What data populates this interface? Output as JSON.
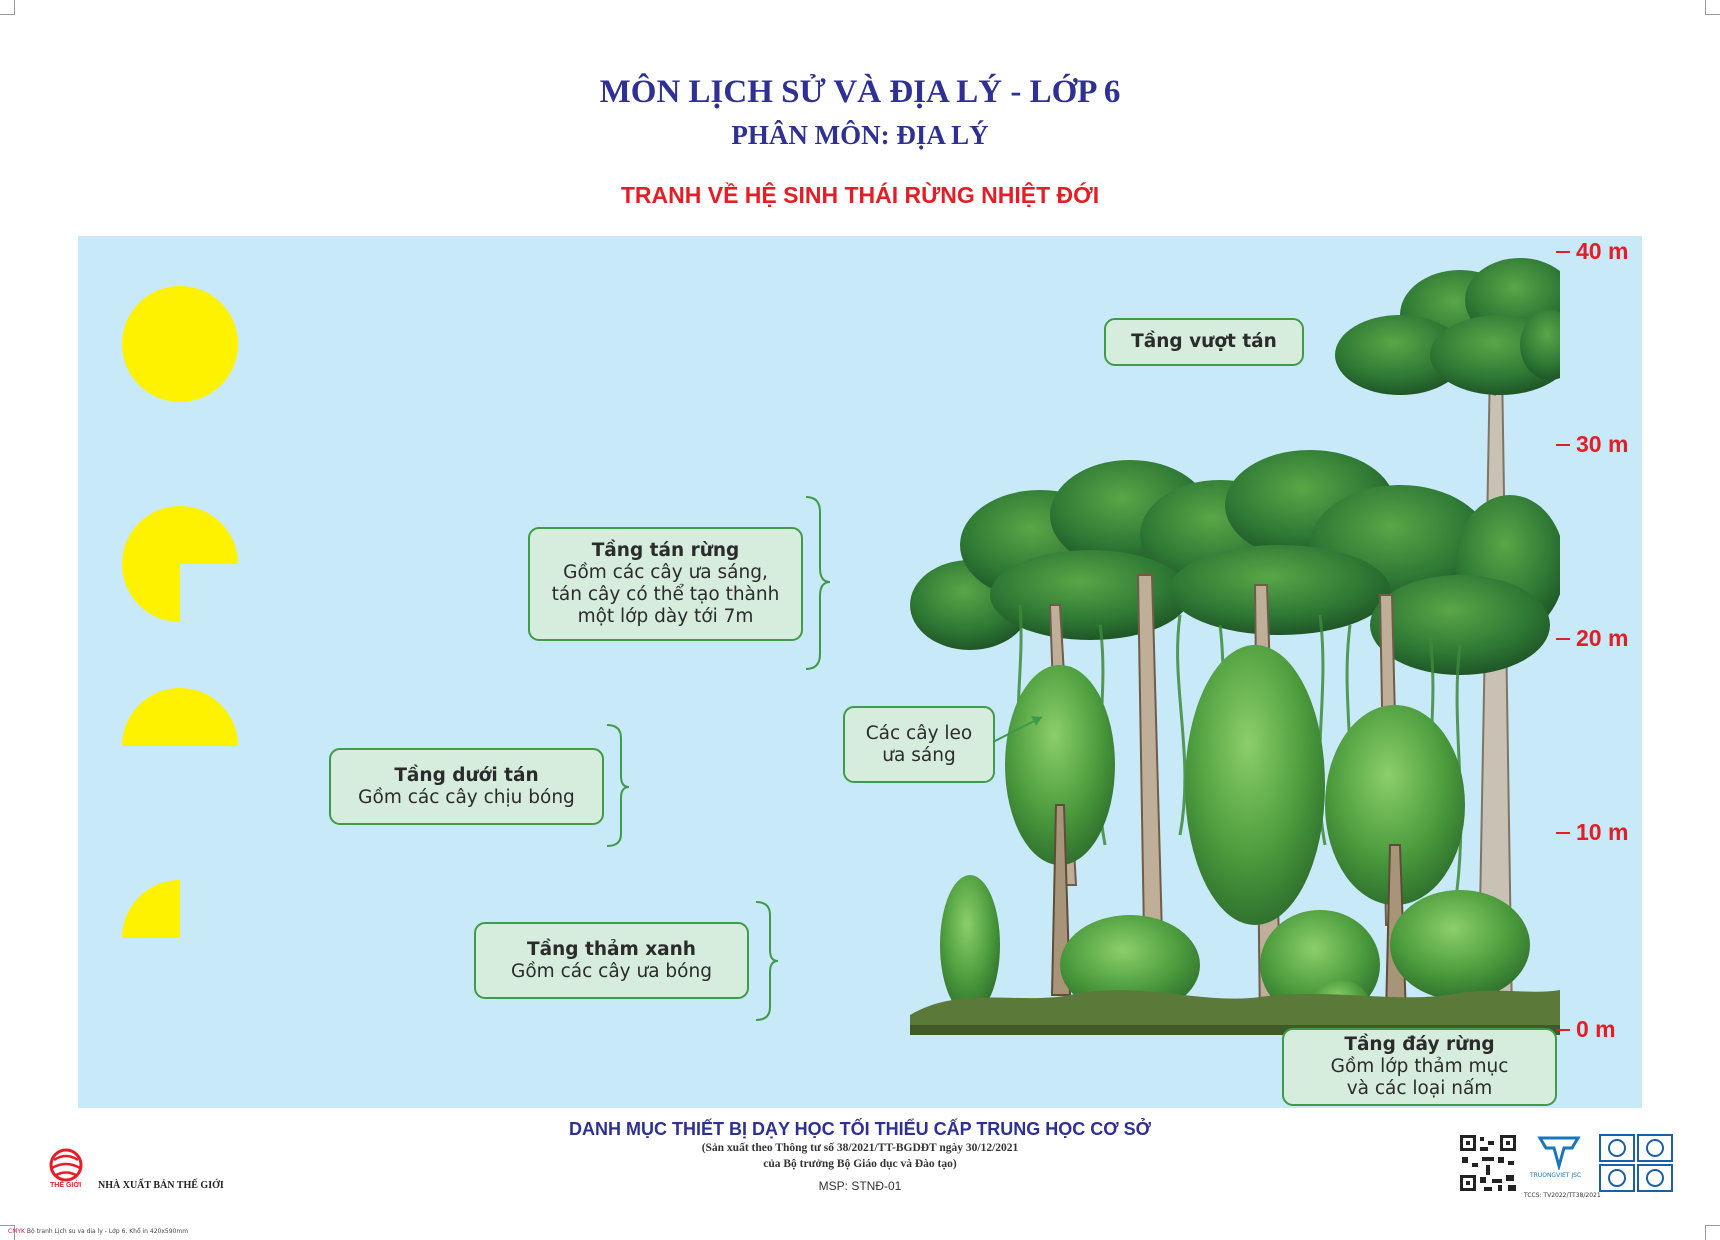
{
  "header": {
    "title": "MÔN LỊCH SỬ VÀ ĐỊA LÝ - LỚP 6",
    "subtitle": "PHÂN MÔN: ĐỊA LÝ",
    "poster_title": "TRANH VỀ HỆ SINH THÁI RỪNG NHIỆT ĐỚI"
  },
  "scale_labels": [
    "40 m",
    "30 m",
    "20 m",
    "10 m",
    "0 m"
  ],
  "layers": {
    "emergent": {
      "title": "Tầng vượt tán"
    },
    "canopy": {
      "title": "Tầng tán rừng",
      "lines": [
        "Gồm các cây ưa sáng,",
        "tán cây có thể tạo thành",
        "một lớp dày tới 7m"
      ]
    },
    "understory": {
      "title": "Tầng dưới tán",
      "desc": "Gồm các cây chịu bóng"
    },
    "shrub": {
      "title": "Tầng thảm xanh",
      "desc": "Gồm các cây ưa bóng"
    },
    "climbers": {
      "lines": [
        "Các cây leo",
        "ưa sáng"
      ]
    },
    "floor": {
      "title": "Tầng đáy rừng",
      "lines": [
        "Gồm lớp thảm mục",
        "và các loại nấm"
      ]
    }
  },
  "sun_levels": [
    1.0,
    0.75,
    0.5,
    0.25
  ],
  "colors": {
    "sky": "#c8e9f8",
    "sun": "#fff200",
    "box_fill": "#d6ecdd",
    "box_border": "#3f9b4a",
    "accent_red": "#e41e26",
    "title_blue": "#2e3192"
  },
  "footer": {
    "line1": "DANH MỤC THIẾT BỊ DẠY HỌC TỐI THIỂU CẤP TRUNG HỌC CƠ SỞ",
    "line2": "(Sản xuất theo Thông tư số 38/2021/TT-BGDĐT ngày 30/12/2021",
    "line3": "của Bộ trưởng Bộ Giáo dục và Đào tạo)",
    "msp": "MSP: STNĐ-01",
    "publisher": "NHÀ XUẤT BẢN THẾ GIỚI",
    "publisher_logo_text": "THẾ GIỚI",
    "company": "TRUONGVIET JSC",
    "tccs": "TCCS: TV2022/TT38/2021",
    "print_note": "Bộ tranh Lịch su va dia ly - Lớp 6. Khổ in 420x590mm",
    "cmyk": "CMYK"
  }
}
